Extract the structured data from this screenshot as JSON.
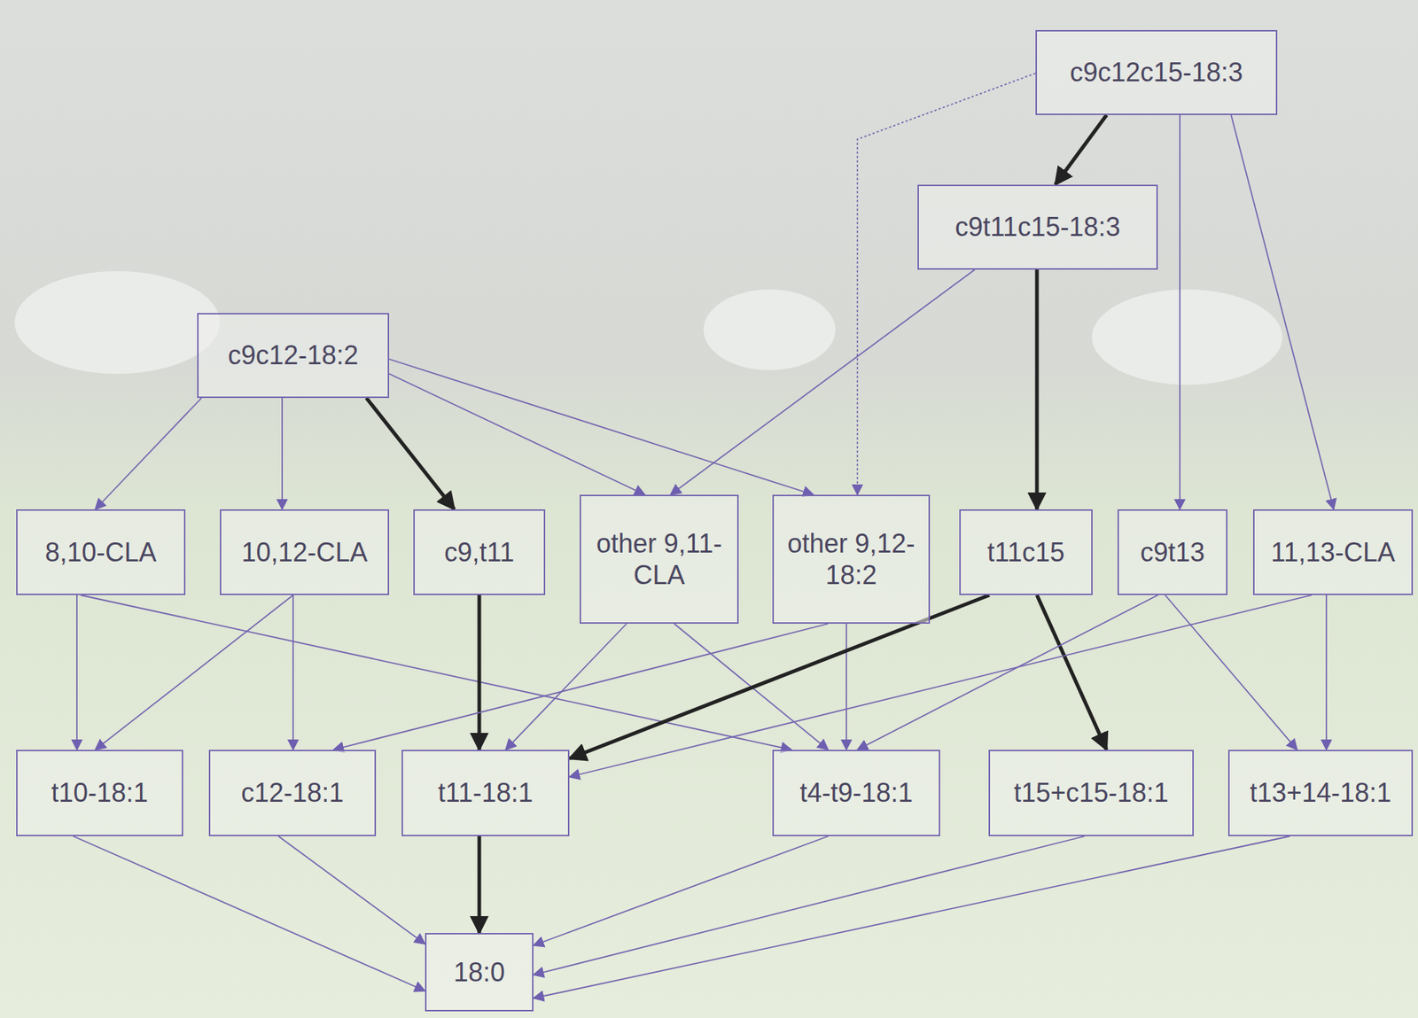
{
  "diagram": {
    "nodes": [
      {
        "text": [
          "c9c12c15-18:3"
        ]
      },
      {
        "text": [
          "c9t11c15-18:3"
        ]
      },
      {
        "text": [
          "c9c12-18:2"
        ]
      },
      {
        "text": [
          "8,10-CLA"
        ]
      },
      {
        "text": [
          "10,12-CLA"
        ]
      },
      {
        "text": [
          "c9,t11"
        ]
      },
      {
        "text": [
          "other 9,11-CLA"
        ]
      },
      {
        "text": [
          "other 9,12-18:2"
        ]
      },
      {
        "text": [
          "t11c15"
        ]
      },
      {
        "text": [
          "c9t13"
        ]
      },
      {
        "text": [
          "11,13-CLA"
        ]
      },
      {
        "text": [
          "t10-18:1"
        ]
      },
      {
        "text": [
          "c12-18:1"
        ]
      },
      {
        "text": [
          "t11-18:1"
        ]
      },
      {
        "text": [
          "t4-t9-18:1"
        ]
      },
      {
        "text": [
          "t15+c15-18:1"
        ]
      },
      {
        "text": [
          "t13+14-18:1"
        ]
      },
      {
        "text": [
          "18:0"
        ]
      }
    ],
    "edges": [
      {
        "from": 0,
        "to": 1,
        "arrow": "to"
      },
      {
        "from": 0,
        "to": 7,
        "arrow": "to"
      },
      {
        "from": 0,
        "to": 9,
        "arrow": "to"
      },
      {
        "from": 0,
        "to": 10,
        "arrow": "to"
      },
      {
        "from": 1,
        "to": 6,
        "arrow": "to"
      },
      {
        "from": 1,
        "to": 8,
        "arrow": "to"
      },
      {
        "from": 2,
        "to": 3,
        "arrow": "to"
      },
      {
        "from": 2,
        "to": 4,
        "arrow": "to"
      },
      {
        "from": 2,
        "to": 5,
        "arrow": "to"
      },
      {
        "from": 2,
        "to": 6,
        "arrow": "to"
      },
      {
        "from": 2,
        "to": 7,
        "arrow": "to"
      },
      {
        "from": 3,
        "to": 11,
        "arrow": "to"
      },
      {
        "from": 3,
        "to": 14,
        "arrow": "to"
      },
      {
        "from": 4,
        "to": 11,
        "arrow": "to"
      },
      {
        "from": 4,
        "to": 12,
        "arrow": "to"
      },
      {
        "from": 5,
        "to": 13,
        "arrow": "to"
      },
      {
        "from": 6,
        "to": 13,
        "arrow": "to"
      },
      {
        "from": 6,
        "to": 14,
        "arrow": "to"
      },
      {
        "from": 7,
        "to": 12,
        "arrow": "to"
      },
      {
        "from": 7,
        "to": 14,
        "arrow": "to"
      },
      {
        "from": 8,
        "to": 13,
        "arrow": "to"
      },
      {
        "from": 8,
        "to": 15,
        "arrow": "to"
      },
      {
        "from": 9,
        "to": 14,
        "arrow": "to"
      },
      {
        "from": 9,
        "to": 16,
        "arrow": "to"
      },
      {
        "from": 10,
        "to": 13,
        "arrow": "to"
      },
      {
        "from": 10,
        "to": 16,
        "arrow": "to"
      },
      {
        "from": 11,
        "to": 17,
        "arrow": "to"
      },
      {
        "from": 12,
        "to": 17,
        "arrow": "to"
      },
      {
        "from": 13,
        "to": 17,
        "arrow": "to"
      },
      {
        "from": 14,
        "to": 17,
        "arrow": "to"
      },
      {
        "from": 15,
        "to": 17,
        "arrow": "to"
      },
      {
        "from": 16,
        "to": 17,
        "arrow": "to"
      }
    ]
  }
}
